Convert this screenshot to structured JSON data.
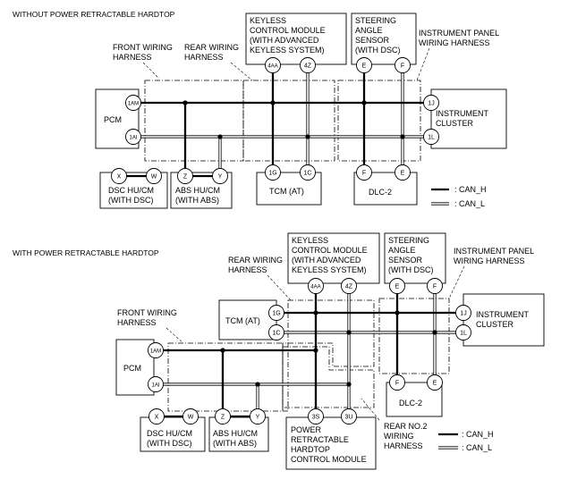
{
  "top": {
    "title": "WITHOUT POWER RETRACTABLE HARDTOP",
    "front_harness": [
      "FRONT WIRING",
      "HARNESS"
    ],
    "rear_harness": [
      "REAR WIRING",
      "HARNESS"
    ],
    "ip_harness": [
      "INSTRUMENT PANEL",
      "WIRING HARNESS"
    ],
    "keyless": {
      "lines": [
        "KEYLESS",
        "CONTROL MODULE",
        "(WITH ADVANCED",
        "KEYLESS SYSTEM)"
      ],
      "pins": [
        "4AA",
        "4Z"
      ]
    },
    "steering": {
      "lines": [
        "STEERING",
        "ANGLE",
        "SENSOR",
        "(WITH DSC)"
      ],
      "pins": [
        "E",
        "F"
      ]
    },
    "pcm": {
      "label": "PCM",
      "pins": [
        "1AM",
        "1AI"
      ]
    },
    "cluster": {
      "lines": [
        "INSTRUMENT",
        "CLUSTER"
      ],
      "pins": [
        "1J",
        "1L"
      ]
    },
    "dsc": {
      "lines": [
        "DSC HU/CM",
        "(WITH DSC)"
      ],
      "pins": [
        "X",
        "W"
      ]
    },
    "abs": {
      "lines": [
        "ABS HU/CM",
        "(WITH ABS)"
      ],
      "pins": [
        "Z",
        "Y"
      ]
    },
    "tcm": {
      "label": "TCM (AT)",
      "pins": [
        "1G",
        "1C"
      ]
    },
    "dlc": {
      "label": "DLC-2",
      "pins": [
        "F",
        "E"
      ]
    }
  },
  "bottom": {
    "title": "WITH POWER RETRACTABLE HARDTOP",
    "front_harness": [
      "FRONT WIRING",
      "HARNESS"
    ],
    "rear_harness": [
      "REAR WIRING",
      "HARNESS"
    ],
    "ip_harness": [
      "INSTRUMENT PANEL",
      "WIRING HARNESS"
    ],
    "rear2_harness": [
      "REAR NO.2",
      "WIRING",
      "HARNESS"
    ],
    "keyless": {
      "lines": [
        "KEYLESS",
        "CONTROL MODULE",
        "(WITH ADVANCED",
        "KEYLESS SYSTEM)"
      ],
      "pins": [
        "4AA",
        "4Z"
      ]
    },
    "steering": {
      "lines": [
        "STEERING",
        "ANGLE",
        "SENSOR",
        "(WITH DSC)"
      ],
      "pins": [
        "E",
        "F"
      ]
    },
    "tcm": {
      "label": "TCM (AT)",
      "pins": [
        "1G",
        "1C"
      ]
    },
    "pcm": {
      "label": "PCM",
      "pins": [
        "1AM",
        "1AI"
      ]
    },
    "cluster": {
      "lines": [
        "INSTRUMENT",
        "CLUSTER"
      ],
      "pins": [
        "1J",
        "1L"
      ]
    },
    "dlc": {
      "label": "DLC-2",
      "pins": [
        "F",
        "E"
      ]
    },
    "dsc": {
      "lines": [
        "DSC HU/CM",
        "(WITH DSC)"
      ],
      "pins": [
        "X",
        "W"
      ]
    },
    "abs": {
      "lines": [
        "ABS HU/CM",
        "(WITH ABS)"
      ],
      "pins": [
        "Z",
        "Y"
      ]
    },
    "prht": {
      "lines": [
        "POWER",
        "RETRACTABLE",
        "HARDTOP",
        "CONTROL MODULE"
      ],
      "pins": [
        "3S",
        "3U"
      ]
    }
  },
  "legend": {
    "top": {
      "can_h": ": CAN_H",
      "can_l": ": CAN_L"
    },
    "bottom": {
      "can_h": ": CAN_H",
      "can_l": ": CAN_L"
    }
  }
}
